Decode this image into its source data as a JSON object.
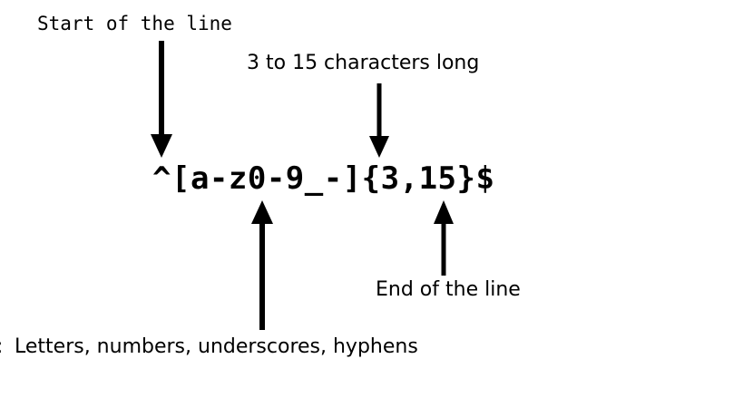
{
  "diagram": {
    "type": "regex-annotation",
    "background_color": "#ffffff",
    "text_color": "#000000",
    "pattern": "^[a-z0-9_-]{3,15}$",
    "annotations": [
      {
        "id": "start-of-line",
        "label": "Start of the line",
        "arrow_direction": "down",
        "font": "monospace"
      },
      {
        "id": "length-range",
        "label": "3 to 15 characters long",
        "arrow_direction": "down",
        "font": "sans-serif"
      },
      {
        "id": "character-class",
        "label": "Letters, numbers, underscores, hyphens",
        "arrow_direction": "up",
        "font": "sans-serif"
      },
      {
        "id": "end-of-line",
        "label": "End of the line",
        "arrow_direction": "up",
        "font": "sans-serif"
      }
    ],
    "clipped_left_glyph": ":"
  }
}
